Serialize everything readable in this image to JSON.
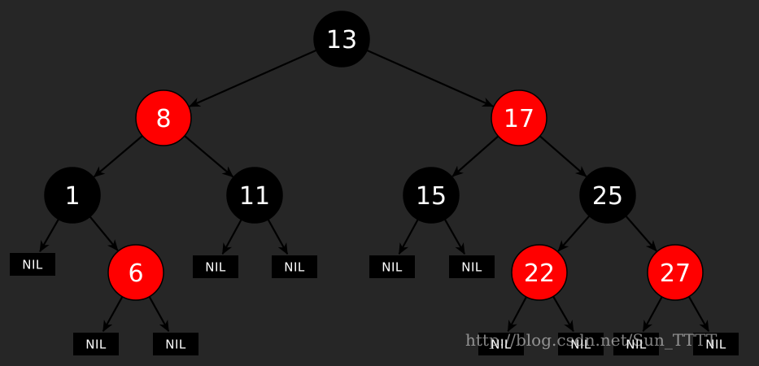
{
  "colors": {
    "background": "#262626",
    "red_node": "#ff0000",
    "black_node": "#000000",
    "edge": "#000000",
    "text": "#ffffff"
  },
  "nil_label": "NIL",
  "watermark": "http://blog.csdn.net/Sun_TTTT",
  "nodes": [
    {
      "id": "n13",
      "label": "13",
      "color": "black"
    },
    {
      "id": "n8",
      "label": "8",
      "color": "red"
    },
    {
      "id": "n17",
      "label": "17",
      "color": "red"
    },
    {
      "id": "n1",
      "label": "1",
      "color": "black"
    },
    {
      "id": "n11",
      "label": "11",
      "color": "black"
    },
    {
      "id": "n15",
      "label": "15",
      "color": "black"
    },
    {
      "id": "n25",
      "label": "25",
      "color": "black"
    },
    {
      "id": "n6",
      "label": "6",
      "color": "red"
    },
    {
      "id": "n22",
      "label": "22",
      "color": "red"
    },
    {
      "id": "n27",
      "label": "27",
      "color": "red"
    }
  ],
  "edges": [
    [
      "n13",
      "n8"
    ],
    [
      "n13",
      "n17"
    ],
    [
      "n8",
      "n1"
    ],
    [
      "n8",
      "n11"
    ],
    [
      "n17",
      "n15"
    ],
    [
      "n17",
      "n25"
    ],
    [
      "n1",
      "nil_1L"
    ],
    [
      "n1",
      "n6"
    ],
    [
      "n11",
      "nil_11L"
    ],
    [
      "n11",
      "nil_11R"
    ],
    [
      "n15",
      "nil_15L"
    ],
    [
      "n15",
      "nil_15R"
    ],
    [
      "n25",
      "n22"
    ],
    [
      "n25",
      "n27"
    ],
    [
      "n6",
      "nil_6L"
    ],
    [
      "n6",
      "nil_6R"
    ],
    [
      "n22",
      "nil_22L"
    ],
    [
      "n22",
      "nil_22R"
    ],
    [
      "n27",
      "nil_27L"
    ],
    [
      "n27",
      "nil_27R"
    ]
  ]
}
